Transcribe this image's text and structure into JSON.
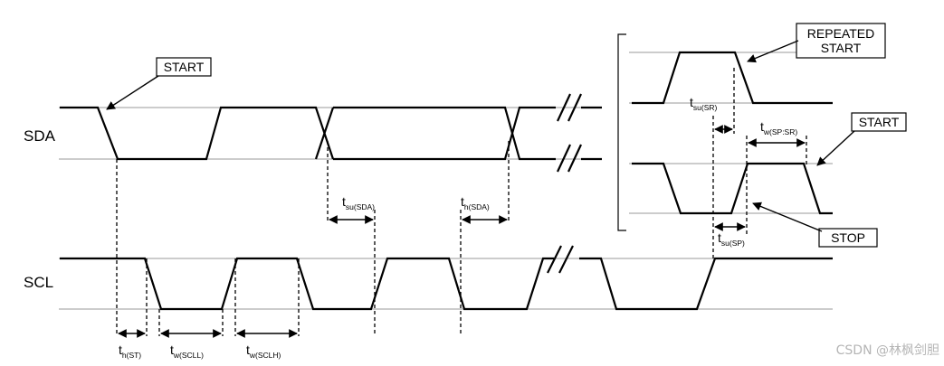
{
  "signals": {
    "sda": "SDA",
    "scl": "SCL"
  },
  "callouts": {
    "start": "START",
    "repeated_start_line1": "REPEATED",
    "repeated_start_line2": "START",
    "start_right": "START",
    "stop": "STOP"
  },
  "timing": {
    "th_st": {
      "main": "t",
      "sub": "h(ST)"
    },
    "tw_scll": {
      "main": "t",
      "sub": "w(SCLL)"
    },
    "tw_sclh": {
      "main": "t",
      "sub": "w(SCLH)"
    },
    "tsu_sda": {
      "main": "t",
      "sub": "su(SDA)"
    },
    "th_sda": {
      "main": "t",
      "sub": "h(SDA)"
    },
    "tsu_sr": {
      "main": "t",
      "sub": "su(SR)"
    },
    "tw_spsr": {
      "main": "t",
      "sub": "w(SP:SR)"
    },
    "tsu_sp": {
      "main": "t",
      "sub": "su(SP)"
    }
  },
  "watermark": "CSDN @林枫剑胆"
}
